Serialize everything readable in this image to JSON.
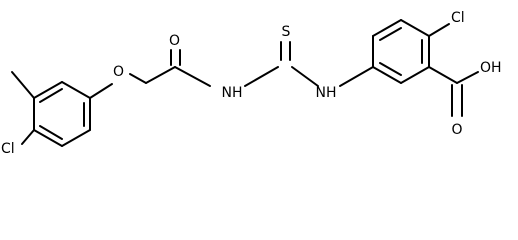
{
  "structure": {
    "atoms": {
      "cl_left": "Cl",
      "ether_o": "O",
      "carbonyl_o": "O",
      "amide_nh": "NH",
      "thio_s": "S",
      "amine_nh": "NH",
      "cl_right": "Cl",
      "acid_oh": "OH",
      "acid_o": "O"
    }
  }
}
